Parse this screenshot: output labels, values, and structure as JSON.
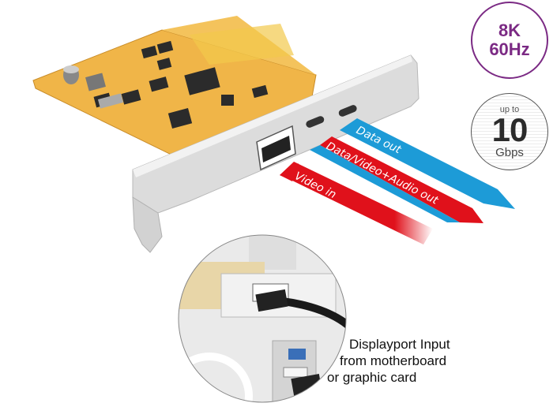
{
  "badges": {
    "resolution": {
      "line1": "8K",
      "line2": "60Hz",
      "color": "#7b2a84"
    },
    "speed": {
      "prefix": "up to",
      "value": "10",
      "unit": "Gbps"
    }
  },
  "arrows": [
    {
      "label": "Data out",
      "color": "#1d9bd7"
    },
    {
      "label": "Data/Video+Audio out",
      "color": "#1d9bd7",
      "accent": "#e0111b"
    },
    {
      "label": "Video in",
      "color": "#e0111b"
    }
  ],
  "caption": {
    "line1": "Displayport Input",
    "line2": "from motherboard",
    "line3": "or graphic card"
  }
}
